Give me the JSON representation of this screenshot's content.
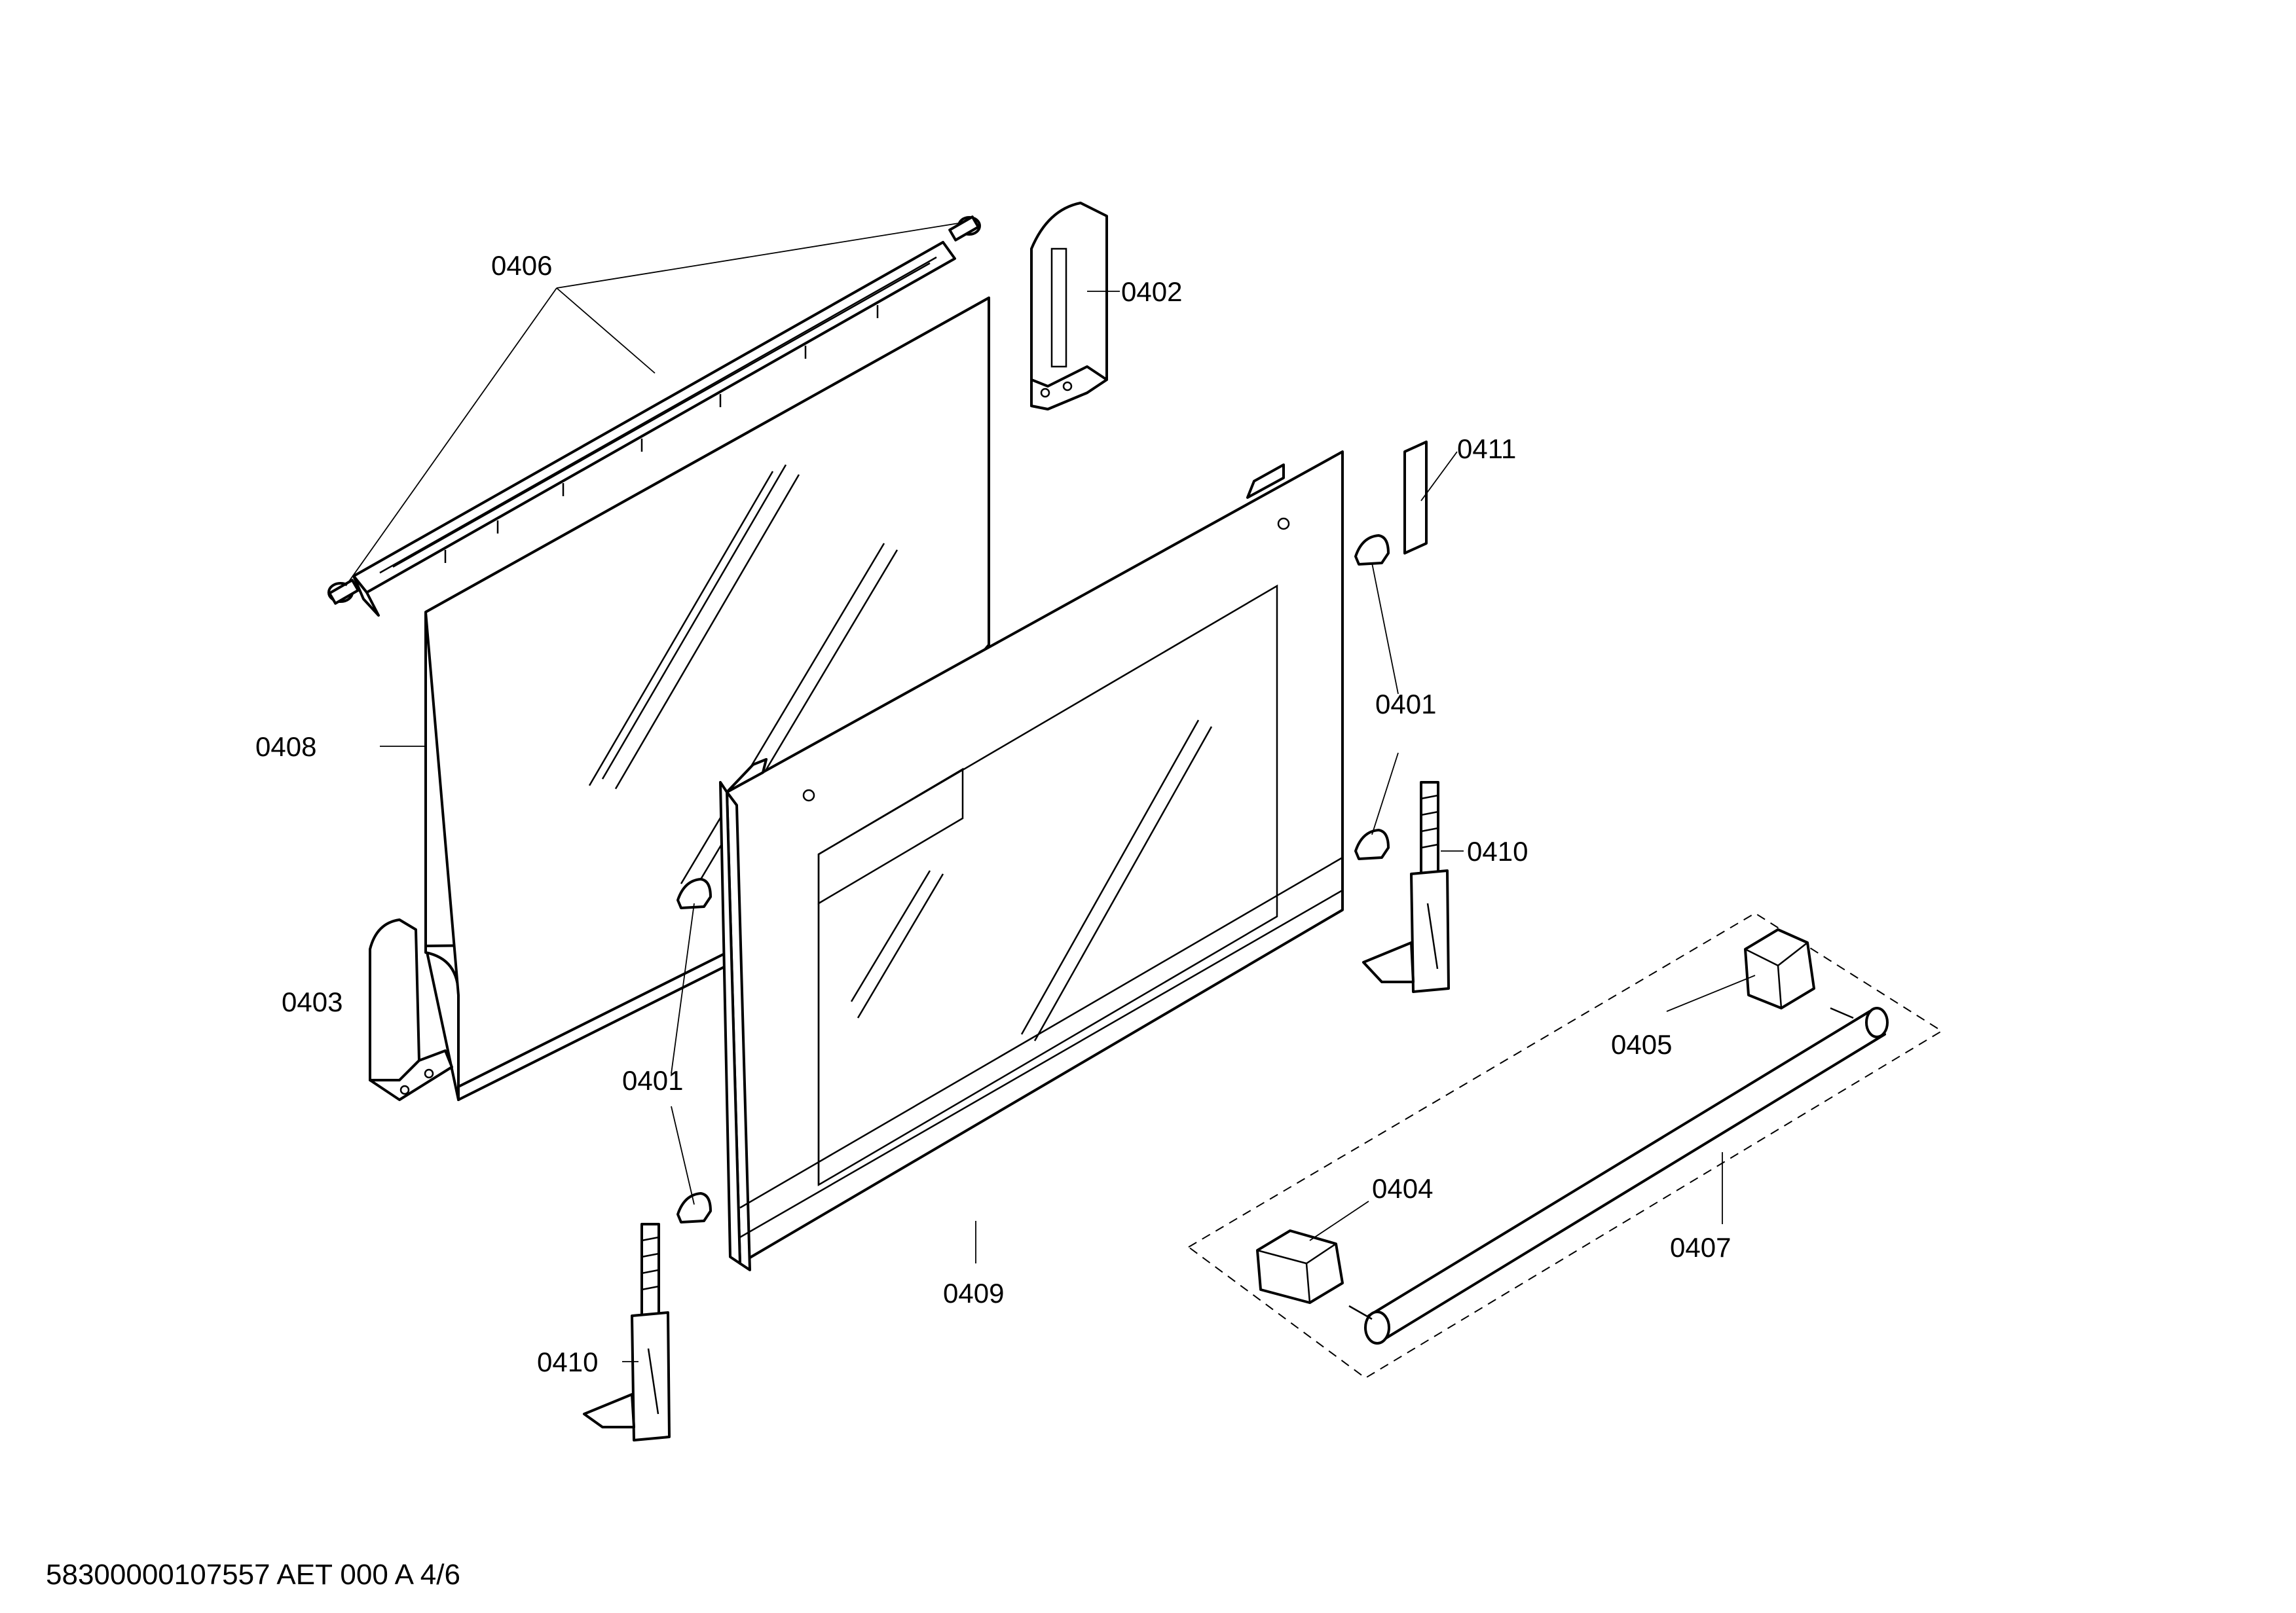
{
  "diagram": {
    "labels": {
      "p0406": "0406",
      "p0402": "0402",
      "p0411": "0411",
      "p0401_top": "0401",
      "p0408": "0408",
      "p0410_right": "0410",
      "p0403": "0403",
      "p0405": "0405",
      "p0401_bottom": "0401",
      "p0404": "0404",
      "p0407": "0407",
      "p0409": "0409",
      "p0410_left": "0410"
    },
    "footer": "58300000107557 AET 000 A 4/6"
  }
}
